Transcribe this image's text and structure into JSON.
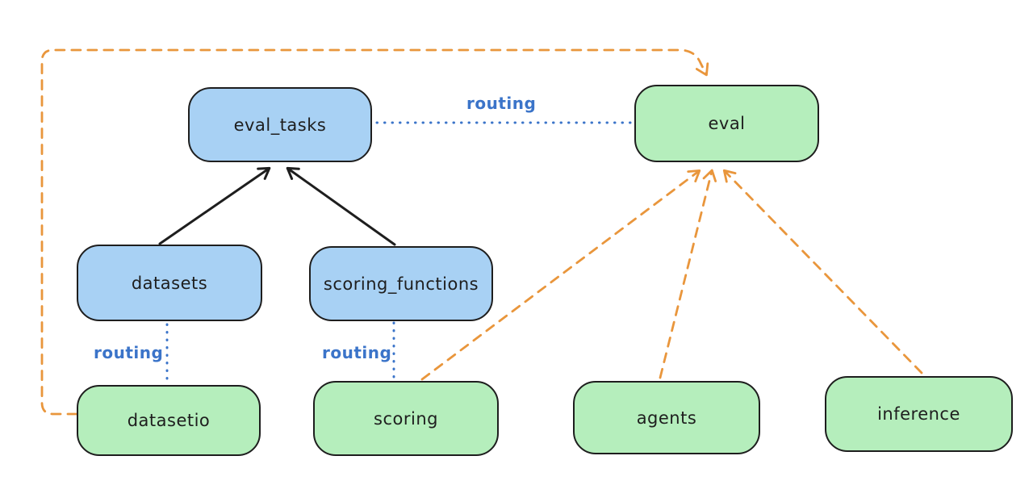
{
  "diagram": {
    "title": "",
    "background": "#ffffff",
    "nodes": {
      "eval_tasks": {
        "label": "eval_tasks",
        "fill": "#a8d1f4",
        "type": "resource"
      },
      "eval": {
        "label": "eval",
        "fill": "#b5eebc",
        "type": "api"
      },
      "datasets": {
        "label": "datasets",
        "fill": "#a8d1f4",
        "type": "resource"
      },
      "scoring_functions": {
        "label": "scoring_functions",
        "fill": "#a8d1f4",
        "type": "resource"
      },
      "datasetio": {
        "label": "datasetio",
        "fill": "#b5eebc",
        "type": "api"
      },
      "scoring": {
        "label": "scoring",
        "fill": "#b5eebc",
        "type": "api"
      },
      "agents": {
        "label": "agents",
        "fill": "#b5eebc",
        "type": "api"
      },
      "inference": {
        "label": "inference",
        "fill": "#b5eebc",
        "type": "api"
      }
    },
    "edge_labels": {
      "eval_tasks_eval": "routing",
      "datasets_datasetio": "routing",
      "scoring_functions_scoring": "routing"
    },
    "edges": [
      {
        "from": "datasets",
        "to": "eval_tasks",
        "style": "solid",
        "color": "#1e1e1e",
        "arrow": true,
        "label": ""
      },
      {
        "from": "scoring_functions",
        "to": "eval_tasks",
        "style": "solid",
        "color": "#1e1e1e",
        "arrow": true,
        "label": ""
      },
      {
        "from": "eval_tasks",
        "to": "eval",
        "style": "dotted",
        "color": "#3b74c9",
        "arrow": false,
        "label": "routing"
      },
      {
        "from": "datasets",
        "to": "datasetio",
        "style": "dotted",
        "color": "#3b74c9",
        "arrow": false,
        "label": "routing"
      },
      {
        "from": "scoring_functions",
        "to": "scoring",
        "style": "dotted",
        "color": "#3b74c9",
        "arrow": false,
        "label": "routing"
      },
      {
        "from": "datasetio",
        "to": "eval",
        "style": "dashed",
        "color": "#e9963c",
        "arrow": true,
        "label": ""
      },
      {
        "from": "scoring",
        "to": "eval",
        "style": "dashed",
        "color": "#e9963c",
        "arrow": true,
        "label": ""
      },
      {
        "from": "agents",
        "to": "eval",
        "style": "dashed",
        "color": "#e9963c",
        "arrow": true,
        "label": ""
      },
      {
        "from": "inference",
        "to": "eval",
        "style": "dashed",
        "color": "#e9963c",
        "arrow": true,
        "label": ""
      }
    ],
    "colors": {
      "node_border": "#1e1e1e",
      "blue_fill": "#a8d1f4",
      "green_fill": "#b5eebc",
      "routing_blue": "#3b74c9",
      "orange": "#e9963c",
      "black": "#1e1e1e"
    }
  }
}
